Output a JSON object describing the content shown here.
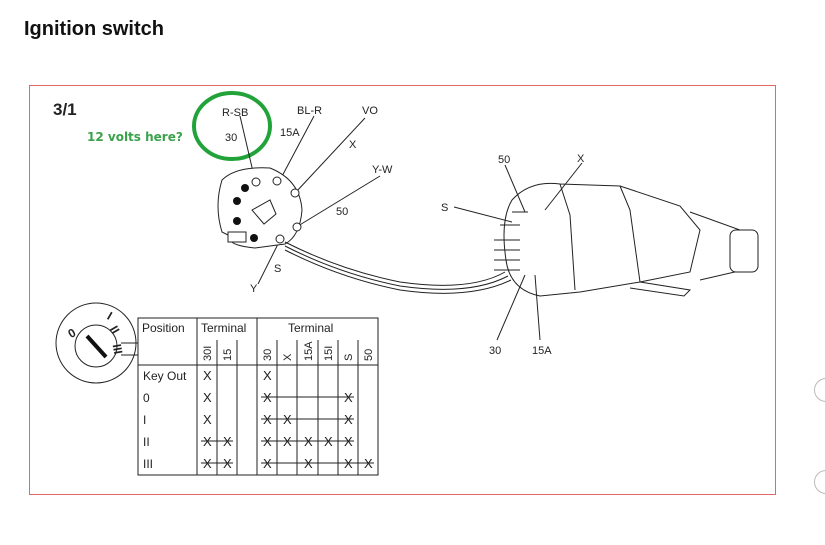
{
  "title": "Ignition switch",
  "figure_label": "3/1",
  "annotation": {
    "text": "12 volts here?",
    "color": "#3aa24a"
  },
  "left_connector_labels": {
    "r_sb": "R-SB",
    "t30": "30",
    "bl_r": "BL-R",
    "t15a": "15A",
    "vo": "VO",
    "x": "X",
    "y_w": "Y-W",
    "t50": "50",
    "s": "S",
    "y": "Y"
  },
  "right_connector_labels": {
    "t50": "50",
    "x": "X",
    "s": "S",
    "t30": "30",
    "t15a": "15A"
  },
  "key_positions": [
    "0",
    "I",
    "II",
    "III"
  ],
  "table": {
    "position_header": "Position",
    "group1_header": "Terminal",
    "group2_header": "Terminal",
    "group1_columns": [
      "30I",
      "15",
      ""
    ],
    "group2_columns": [
      "30",
      "X",
      "15A",
      "15I",
      "S",
      "50"
    ],
    "rows": [
      {
        "position": "Key Out",
        "g1": [
          1,
          0,
          0
        ],
        "g1_linked": false,
        "g2": [
          1,
          0,
          0,
          0,
          0,
          0
        ],
        "g2_linked": false
      },
      {
        "position": "0",
        "g1": [
          1,
          0,
          0
        ],
        "g1_linked": false,
        "g2": [
          1,
          0,
          0,
          0,
          1,
          0
        ],
        "g2_linked": true
      },
      {
        "position": "I",
        "g1": [
          1,
          0,
          0
        ],
        "g1_linked": false,
        "g2": [
          1,
          1,
          0,
          0,
          1,
          0
        ],
        "g2_linked": true
      },
      {
        "position": "II",
        "g1": [
          1,
          1,
          0
        ],
        "g1_linked": true,
        "g2": [
          1,
          1,
          1,
          1,
          1,
          0
        ],
        "g2_linked": true
      },
      {
        "position": "III",
        "g1": [
          1,
          1,
          0
        ],
        "g1_linked": true,
        "g2": [
          1,
          0,
          1,
          0,
          1,
          1
        ],
        "g2_linked": true
      }
    ]
  }
}
